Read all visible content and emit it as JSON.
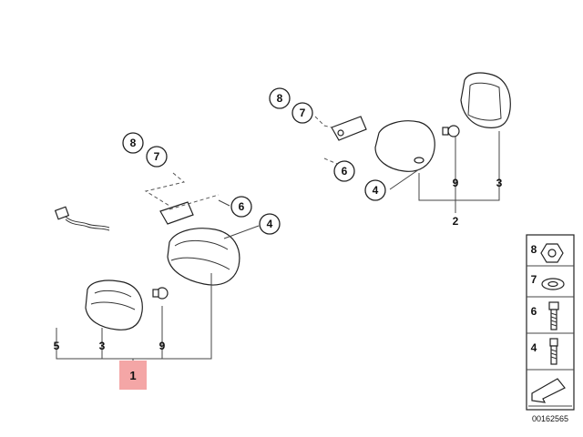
{
  "diagram_id": "00162565",
  "assembly_left": {
    "ref": "1",
    "bottom_labels": [
      "5",
      "3",
      "9"
    ],
    "callouts": [
      "8",
      "7",
      "6",
      "4"
    ]
  },
  "assembly_right": {
    "ref": "2",
    "bottom_labels": [
      "9",
      "3"
    ],
    "callouts": [
      "8",
      "7",
      "6",
      "4"
    ]
  },
  "legend": {
    "items": [
      {
        "num": "8",
        "icon": "nut-icon"
      },
      {
        "num": "7",
        "icon": "washer-icon"
      },
      {
        "num": "6",
        "icon": "screw-icon"
      },
      {
        "num": "4",
        "icon": "bolt-icon"
      }
    ]
  },
  "colors": {
    "highlight": "#f4a6a6",
    "line": "#222222"
  }
}
